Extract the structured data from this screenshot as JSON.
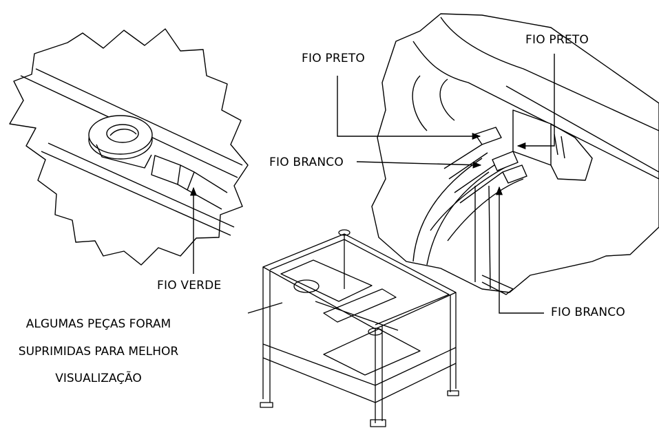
{
  "labels": {
    "fio_preto_left": "FIO PRETO",
    "fio_preto_right": "FIO PRETO",
    "fio_branco_left": "FIO BRANCO",
    "fio_branco_right": "FIO BRANCO",
    "fio_verde": "FIO VERDE"
  },
  "note": {
    "line1": "ALGUMAS PEÇAS FORAM",
    "line2": "SUPRIMIDAS PARA MELHOR",
    "line3": "VISUALIZAÇÃO"
  }
}
